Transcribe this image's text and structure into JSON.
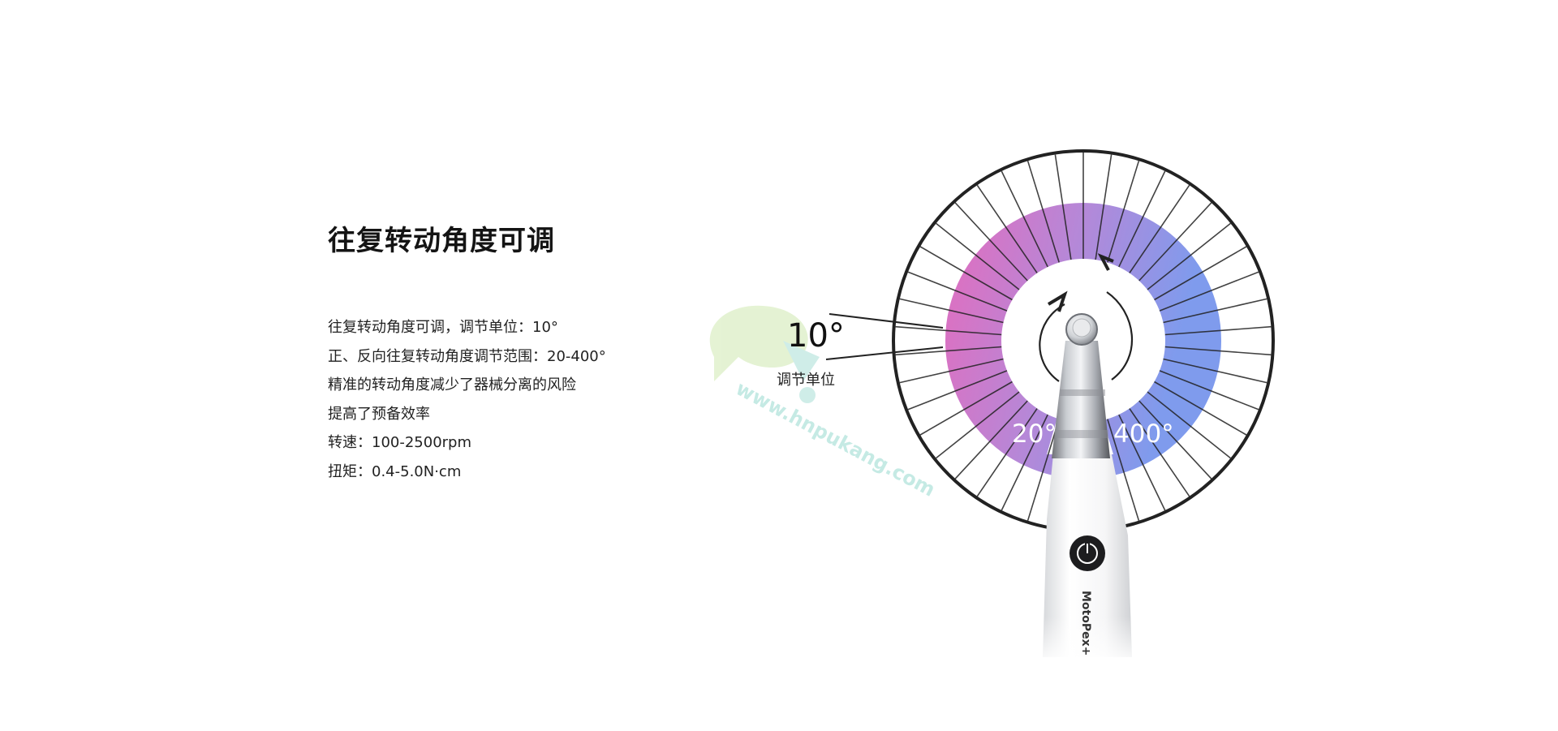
{
  "section": {
    "title": "往复转动角度可调",
    "specs": [
      "往复转动角度可调，调节单位：10°",
      "正、反向往复转动角度调节范围：20-400°",
      "精准的转动角度减少了器械分离的风险",
      "提高了预备效率",
      "转速：100-2500rpm",
      "扭矩：0.4-5.0N·cm"
    ]
  },
  "figure": {
    "unit_value": "10°",
    "unit_label": "调节单位",
    "min_angle_label": "20°",
    "max_angle_label": "400°",
    "device_brand": "MotoPex+",
    "watermark_url": "www.hnpukang.com",
    "icons": [
      "rotate-clockwise-icon",
      "rotate-counterclockwise-icon",
      "power-icon",
      "pk-logo-watermark"
    ],
    "colors": {
      "gradient_start": "#d873c4",
      "gradient_mid": "#b588d8",
      "gradient_end": "#7f9bed",
      "outline": "#222222",
      "watermark": "#bfe8e2"
    }
  }
}
